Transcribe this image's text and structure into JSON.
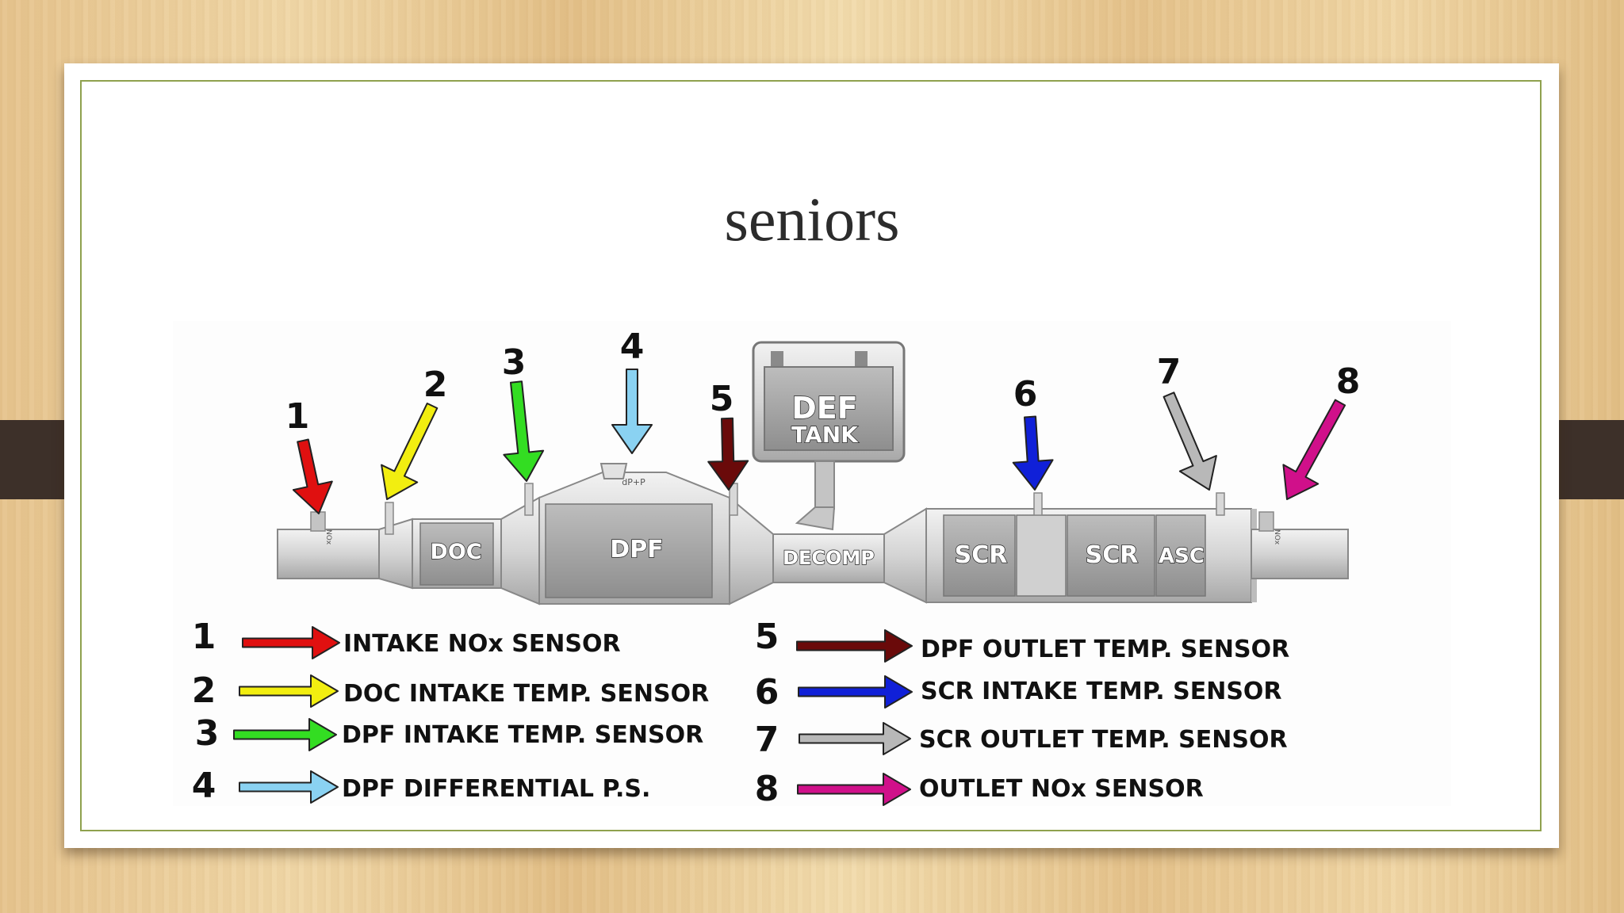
{
  "slide": {
    "title": "seniors"
  },
  "diagram": {
    "components": {
      "doc": "DOC",
      "dpf": "DPF",
      "dp_sensor": "dP+P",
      "decomp": "DECOMP",
      "scr1": "SCR",
      "scr2": "SCR",
      "asc": "ASC",
      "def_tank_line1": "DEF",
      "def_tank_line2": "TANK",
      "nox_tag": "NOx"
    },
    "callouts": [
      {
        "num": "1",
        "color": "#e01010"
      },
      {
        "num": "2",
        "color": "#f2ee10"
      },
      {
        "num": "3",
        "color": "#33dd22"
      },
      {
        "num": "4",
        "color": "#8ad2f2"
      },
      {
        "num": "5",
        "color": "#6a0a0a"
      },
      {
        "num": "6",
        "color": "#1020d8"
      },
      {
        "num": "7",
        "color": "#b8b8b8"
      },
      {
        "num": "8",
        "color": "#d0108a"
      }
    ],
    "legend": [
      {
        "num": "1",
        "label": "INTAKE NOx SENSOR",
        "color": "#e01010"
      },
      {
        "num": "2",
        "label": "DOC INTAKE TEMP. SENSOR",
        "color": "#f2ee10"
      },
      {
        "num": "3",
        "label": "DPF INTAKE TEMP. SENSOR",
        "color": "#33dd22"
      },
      {
        "num": "4",
        "label": "DPF DIFFERENTIAL P.S.",
        "color": "#8ad2f2"
      },
      {
        "num": "5",
        "label": "DPF OUTLET TEMP. SENSOR",
        "color": "#6a0a0a"
      },
      {
        "num": "6",
        "label": "SCR INTAKE TEMP. SENSOR",
        "color": "#1020d8"
      },
      {
        "num": "7",
        "label": "SCR OUTLET TEMP. SENSOR",
        "color": "#b8b8b8"
      },
      {
        "num": "8",
        "label": "OUTLET NOx SENSOR",
        "color": "#d0108a"
      }
    ]
  }
}
